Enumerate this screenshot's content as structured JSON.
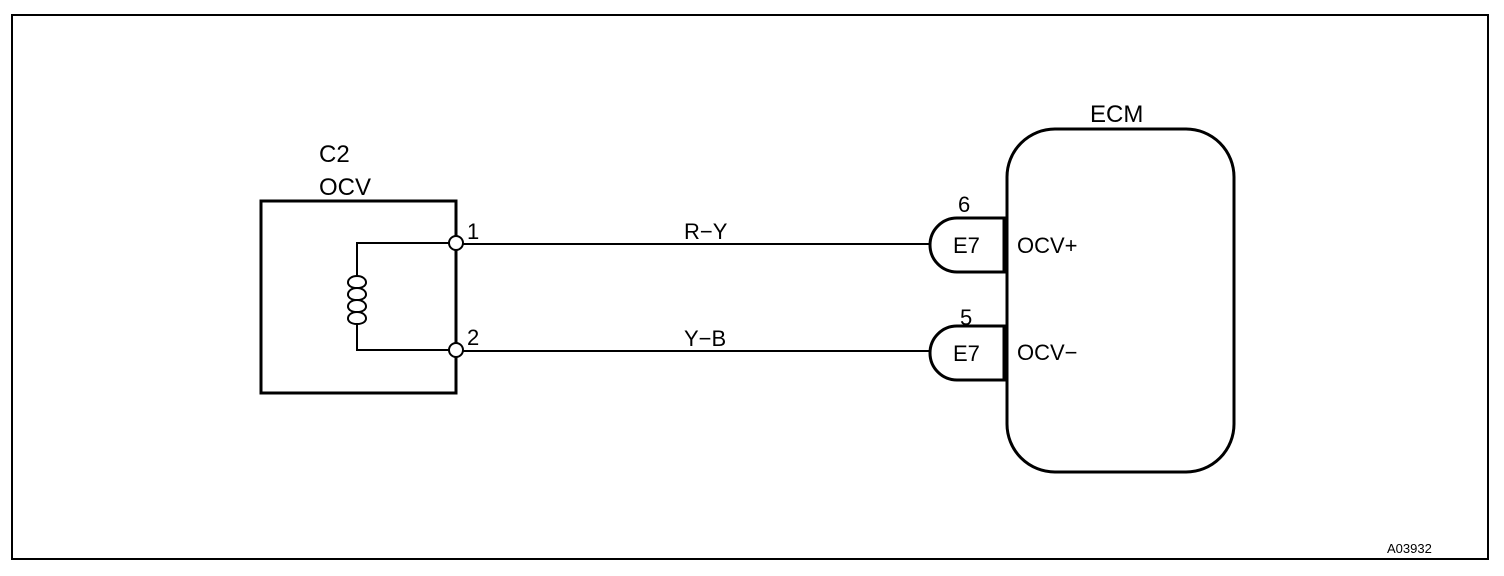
{
  "component": {
    "connector_id": "C2",
    "name": "OCV",
    "pins": [
      {
        "number": "1"
      },
      {
        "number": "2"
      }
    ]
  },
  "ecm": {
    "title": "ECM",
    "terminals": [
      {
        "pin": "6",
        "connector": "E7",
        "signal": "OCV+"
      },
      {
        "pin": "5",
        "connector": "E7",
        "signal": "OCV−"
      }
    ]
  },
  "wires": [
    {
      "color_code": "R−Y"
    },
    {
      "color_code": "Y−B"
    }
  ],
  "figure_id": "A03932"
}
